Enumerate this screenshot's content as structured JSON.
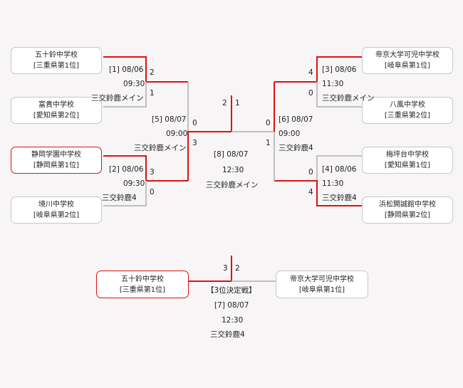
{
  "teams": {
    "l1": {
      "name": "五十鈴中学校",
      "pref": "[三重県第1位]"
    },
    "l2": {
      "name": "富貴中学校",
      "pref": "[愛知県第2位]"
    },
    "l3": {
      "name": "静岡学園中学校",
      "pref": "[静岡県第1位]"
    },
    "l4": {
      "name": "境川中学校",
      "pref": "[岐阜県第2位]"
    },
    "r1": {
      "name": "帝京大学可児中学校",
      "pref": "[岐阜県第1位]"
    },
    "r2": {
      "name": "八風中学校",
      "pref": "[三重県第2位]"
    },
    "r3": {
      "name": "梅坪台中学校",
      "pref": "[愛知県第1位]"
    },
    "r4": {
      "name": "浜松開誠館中学校",
      "pref": "[静岡県第2位]"
    },
    "t1": {
      "name": "五十鈴中学校",
      "pref": "[三重県第1位]"
    },
    "t2": {
      "name": "帝京大学可児中学校",
      "pref": "[岐阜県第1位]"
    }
  },
  "matches": {
    "m1": {
      "date": "[1] 08/06",
      "time": "09:30",
      "venue": "三交鈴鹿メイン",
      "s_top": "2",
      "s_bot": "1"
    },
    "m2": {
      "date": "[2] 08/06",
      "time": "09:30",
      "venue": "三交鈴鹿4",
      "s_top": "3",
      "s_bot": "0"
    },
    "m3": {
      "date": "[3] 08/06",
      "time": "11:30",
      "venue": "三交鈴鹿メイン",
      "s_top": "4",
      "s_bot": "0"
    },
    "m4": {
      "date": "[4] 08/06",
      "time": "11:30",
      "venue": "三交鈴鹿4",
      "s_top": "0",
      "s_bot": "4"
    },
    "m5": {
      "date": "[5] 08/07",
      "time": "09:00",
      "venue": "三交鈴鹿メイン",
      "s_top": "0",
      "s_bot": "3"
    },
    "m6": {
      "date": "[6] 08/07",
      "time": "09:00",
      "venue": "三交鈴鹿4",
      "s_top": "0",
      "s_bot": "1"
    },
    "m8": {
      "date": "[8] 08/07",
      "time": "12:30",
      "venue": "三交鈴鹿メイン",
      "s_left": "2",
      "s_right": "1"
    },
    "m7": {
      "title": "【3位決定戦】",
      "date": "[7] 08/07",
      "time": "12:30",
      "venue": "三交鈴鹿4",
      "s_left": "3",
      "s_right": "2"
    }
  },
  "colors": {
    "win": "#e01010",
    "lose": "#c0c0c0"
  }
}
